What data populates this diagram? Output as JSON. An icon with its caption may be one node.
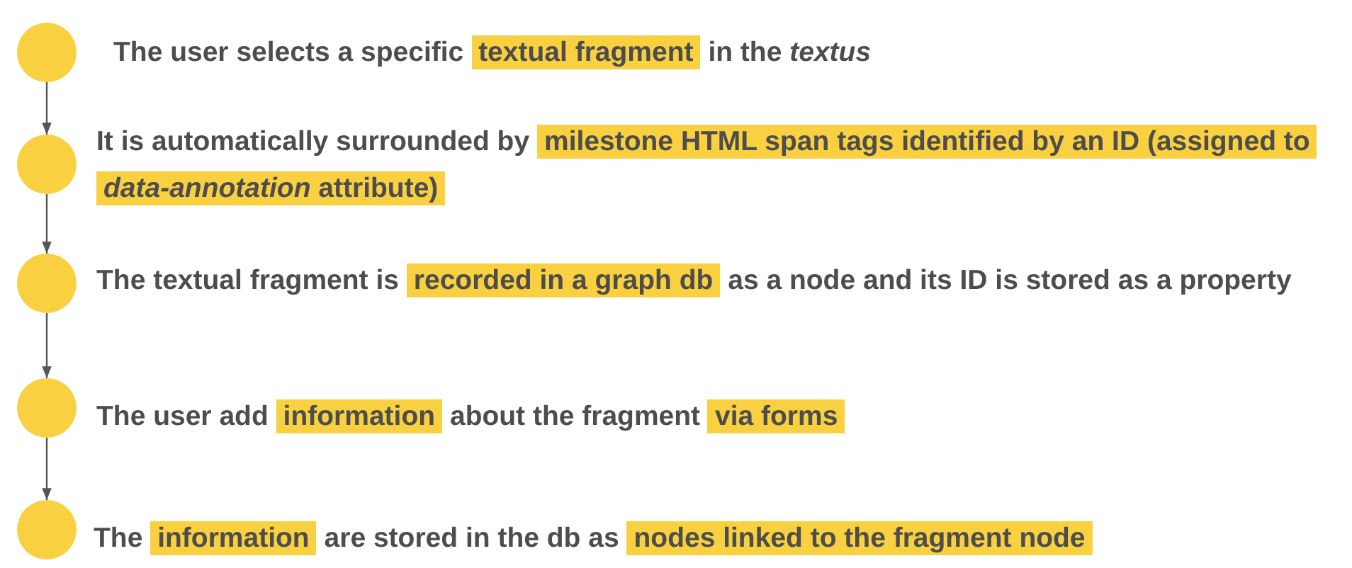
{
  "diagram": {
    "nodes": [
      {
        "text": [],
        "shape": "circle",
        "beside": [
          "The user selects a specific",
          "textual fragment",
          "in the *textus*"
        ]
      },
      {
        "text": [],
        "shape": "circle",
        "beside": [
          "It is automatically surrounded by",
          "milestone HTML span tags identified by an ID (assigned to *data-annotation* attribute)"
        ]
      },
      {
        "text": [],
        "shape": "circle",
        "beside": [
          "The textual fragment is",
          "recorded in a graph db",
          "as a node and its ID is stored as a property"
        ]
      },
      {
        "text": [],
        "shape": "circle",
        "beside": [
          "The user add",
          "information",
          "about the fragment",
          "via forms"
        ]
      },
      {
        "text": [],
        "shape": "circle",
        "beside": [
          "The",
          "information",
          "are stored in the db as",
          "nodes linked to the fragment node"
        ]
      }
    ],
    "edges": [
      {
        "from": 0,
        "to": 1,
        "arrow": "to"
      },
      {
        "from": 1,
        "to": 2,
        "arrow": "to"
      },
      {
        "from": 2,
        "to": 3,
        "arrow": "to"
      },
      {
        "from": 3,
        "to": 4,
        "arrow": "to"
      }
    ]
  }
}
